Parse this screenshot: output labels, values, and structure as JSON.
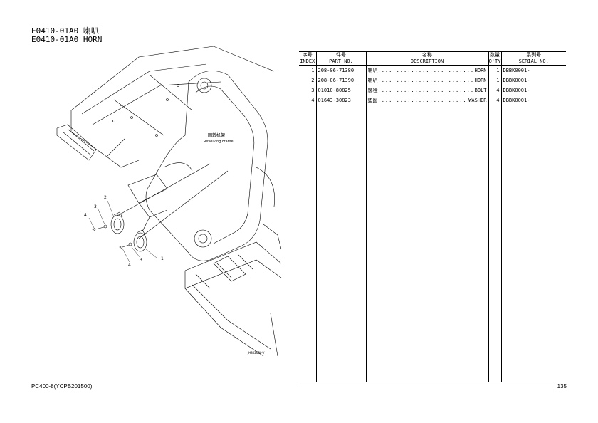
{
  "header": {
    "line1": "E0410-01A0 喇叭",
    "line2": "E0410-01A0 HORN"
  },
  "drawing": {
    "frame_label_zh": "回转机架",
    "frame_label_en": "Revolving Frame",
    "drawing_code": "JH802650-V",
    "callouts": [
      "1",
      "2",
      "3",
      "4",
      "3",
      "4"
    ]
  },
  "table": {
    "headers": [
      {
        "zh": "序号",
        "en": "INDEX"
      },
      {
        "zh": "件号",
        "en": "PART NO."
      },
      {
        "zh": "名称",
        "en": "DESCRIPTION"
      },
      {
        "zh": "数量",
        "en": "Q'TY"
      },
      {
        "zh": "系列号",
        "en": "SERIAL NO."
      }
    ],
    "rows": [
      {
        "index": "1",
        "part_no": "208-06-71380",
        "desc_zh": "喇叭",
        "desc_en": "HORN",
        "qty": "1",
        "serial": "DBBK0001-"
      },
      {
        "index": "2",
        "part_no": "208-06-71390",
        "desc_zh": "喇叭",
        "desc_en": "HORN",
        "qty": "1",
        "serial": "DBBK0001-"
      },
      {
        "index": "3",
        "part_no": "01010-80825",
        "desc_zh": "螺栓",
        "desc_en": "BOLT",
        "qty": "4",
        "serial": "DBBK0001-"
      },
      {
        "index": "4",
        "part_no": "01643-30823",
        "desc_zh": "垫圈",
        "desc_en": "WASHER",
        "qty": "4",
        "serial": "DBBK0001-"
      }
    ]
  },
  "footer": {
    "model": "PC400-8(YCPB201500)",
    "page": "135"
  }
}
